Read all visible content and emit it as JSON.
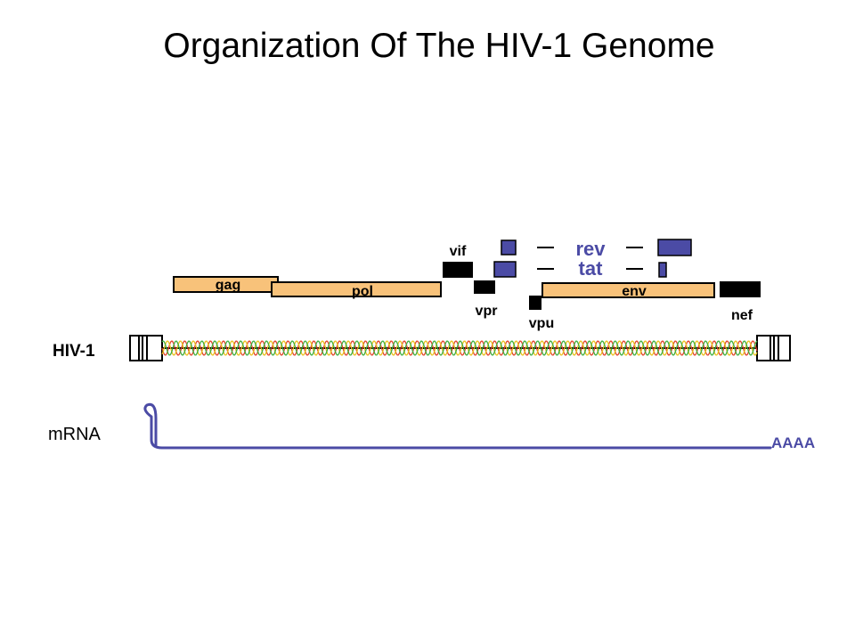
{
  "title": "Organization Of The HIV-1 Genome",
  "colors": {
    "orf_fill": "#F8C27A",
    "accessory": "#000000",
    "regulatory": "#4B4BA5",
    "mrna": "#4B4BA5",
    "helix": [
      "#E2432A",
      "#E8C21E",
      "#3FAE3F"
    ]
  },
  "genes": {
    "gag": "gag",
    "pol": "pol",
    "env": "env",
    "vif": "vif",
    "vpr": "vpr",
    "vpu": "vpu",
    "nef": "nef",
    "rev": "rev",
    "tat": "tat"
  },
  "genome_label": "HIV-1",
  "mrna_label": "mRNA",
  "polya_label": "AAAA"
}
